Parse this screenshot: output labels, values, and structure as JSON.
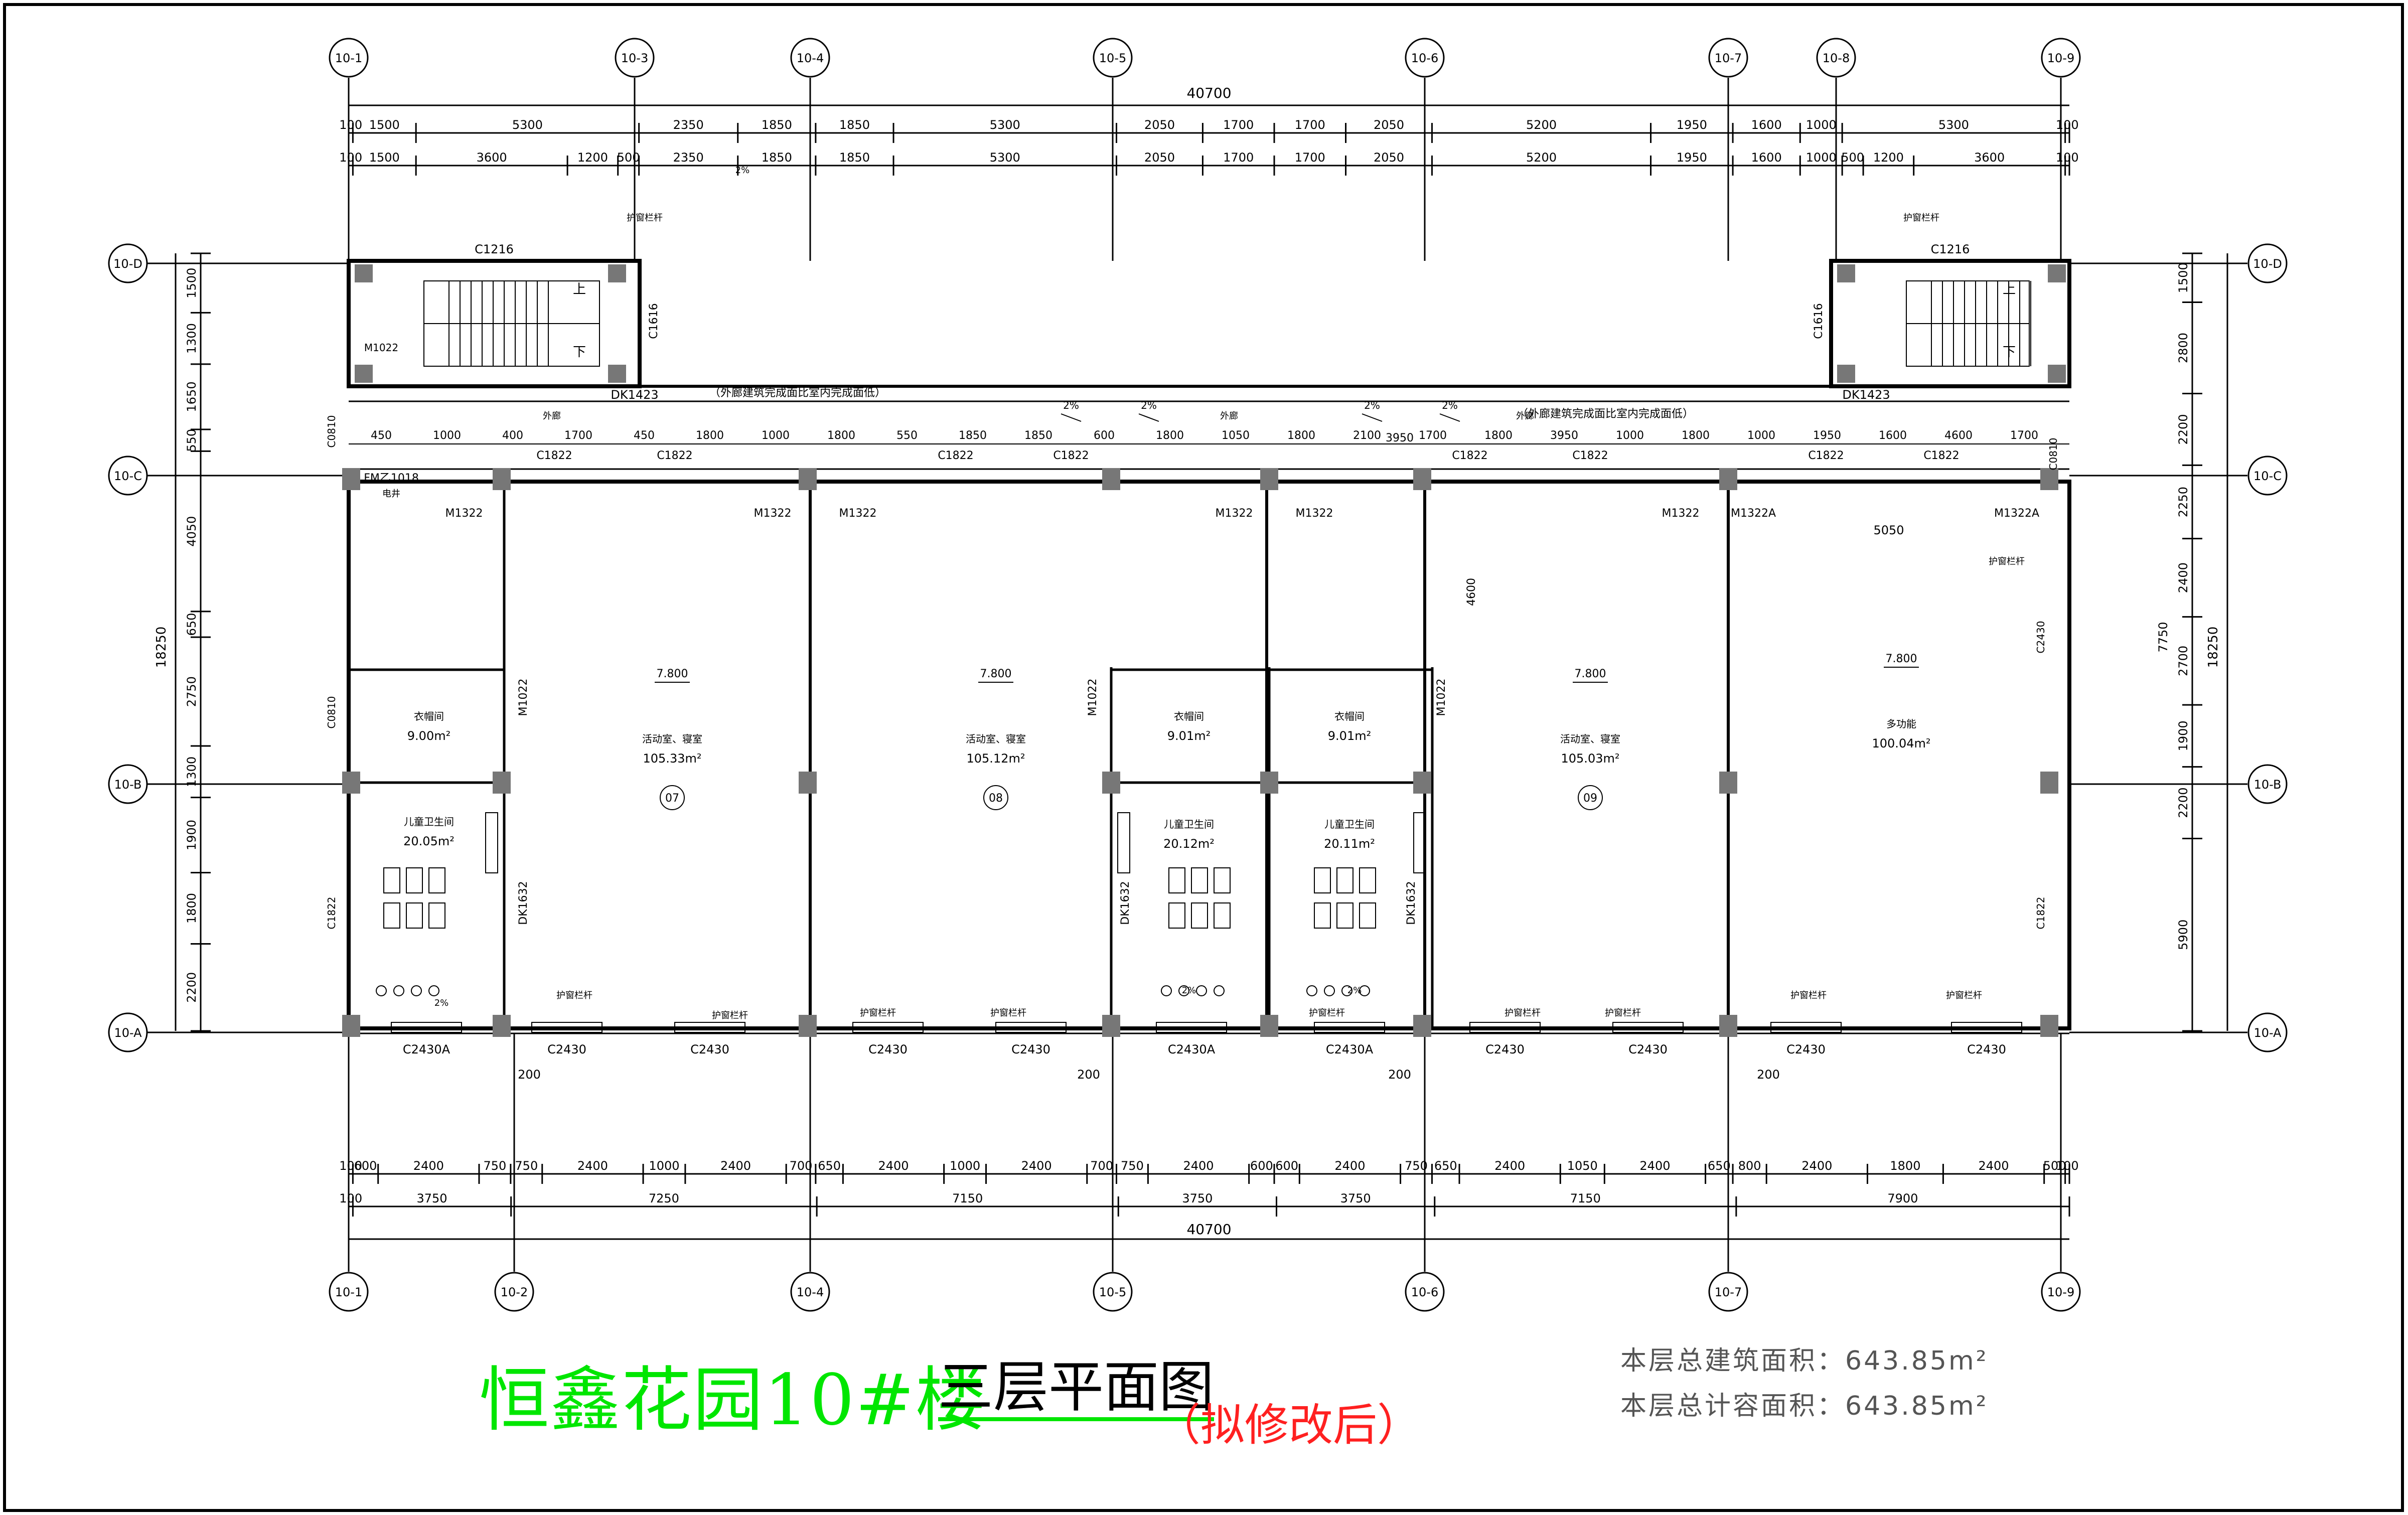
{
  "title": "恒鑫花园10#楼",
  "subtitle": "三层平面图",
  "note": "（拟修改后）",
  "area_lines": [
    "本层总建筑面积：643.85m²",
    "本层总计容面积：643.85m²"
  ],
  "axes_top": [
    "10-1",
    "10-3",
    "10-4",
    "10-5",
    "10-6",
    "10-7",
    "10-8",
    "10-9"
  ],
  "axes_bottom": [
    "10-1",
    "10-2",
    "10-4",
    "10-5",
    "10-6",
    "10-7",
    "10-9"
  ],
  "axes_side": [
    "10-D",
    "10-C",
    "10-B",
    "10-A"
  ],
  "dim_total": "40700",
  "dims_top_1": [
    "100",
    "1500",
    "5300",
    "2350",
    "1850",
    "1850",
    "5300",
    "2050",
    "1700",
    "1700",
    "2050",
    "5200",
    "1950",
    "1600",
    "1000",
    "5300",
    "100"
  ],
  "dims_top_2": [
    "100",
    "1500",
    "3600",
    "1200",
    "500",
    "2350",
    "1850",
    "1850",
    "5300",
    "2050",
    "1700",
    "1700",
    "2050",
    "5200",
    "1950",
    "1600",
    "1000",
    "500",
    "1200",
    "3600",
    "100"
  ],
  "dims_bottom_1": [
    "100",
    "600",
    "2400",
    "750",
    "750",
    "2400",
    "1000",
    "2400",
    "700",
    "650",
    "2400",
    "1000",
    "2400",
    "700",
    "750",
    "2400",
    "600",
    "600",
    "2400",
    "750",
    "650",
    "2400",
    "1050",
    "2400",
    "650",
    "800",
    "2400",
    "1800",
    "2400",
    "500",
    "100"
  ],
  "dims_bottom_2": [
    "100",
    "3750",
    "7250",
    "7150",
    "3750",
    "3750",
    "7150",
    "7900"
  ],
  "dims_left": [
    "1500",
    "1300",
    "1650",
    "550",
    "4050",
    "650",
    "2750",
    "1300",
    "1900",
    "1800",
    "2200"
  ],
  "dims_right": [
    "1500",
    "2800",
    "2200",
    "2250",
    "2400",
    "2700",
    "1900",
    "2200",
    "5900"
  ],
  "dims_side_total": "18250",
  "rooms": [
    {
      "name": "活动室、寝室",
      "area": "105.33m²",
      "no": "07",
      "level": "7.800"
    },
    {
      "name": "活动室、寝室",
      "area": "105.12m²",
      "no": "08",
      "level": "7.800"
    },
    {
      "name": "活动室、寝室",
      "area": "105.03m²",
      "no": "09",
      "level": "7.800"
    },
    {
      "name": "多功能",
      "area": "100.04m²",
      "level": "7.800"
    },
    {
      "name": "衣帽间",
      "area": "9.00m²"
    },
    {
      "name": "衣帽间",
      "area": "9.01m²"
    },
    {
      "name": "衣帽间",
      "area": "9.01m²"
    },
    {
      "name": "儿童卫生间",
      "area": "20.05m²"
    },
    {
      "name": "儿童卫生间",
      "area": "20.12m²"
    },
    {
      "name": "儿童卫生间",
      "area": "20.11m²"
    }
  ],
  "labels": {
    "corridor": "外廊",
    "corridor_note": "（外廊建筑完成面比室内完成面低）",
    "stair_up": "上",
    "stair_down": "下",
    "railing": "护窗栏杆",
    "door_m1322": "M1322",
    "door_m1322a": "M1322A",
    "door_m1022": "M1022",
    "door_dk1423": "DK1423",
    "door_dk1632": "DK1632",
    "win_c1822": "C1822",
    "win_c2430": "C2430",
    "win_c2430a": "C2430A",
    "win_c1216": "C1216",
    "win_c1616": "C1616",
    "win_c0810": "C0810",
    "fm": "FM乙1018",
    "elev": "电井",
    "slope": "2%",
    "dim_5050": "5050",
    "dim_4600": "4600",
    "dim_3950": "3950",
    "dim_7750": "7750"
  }
}
